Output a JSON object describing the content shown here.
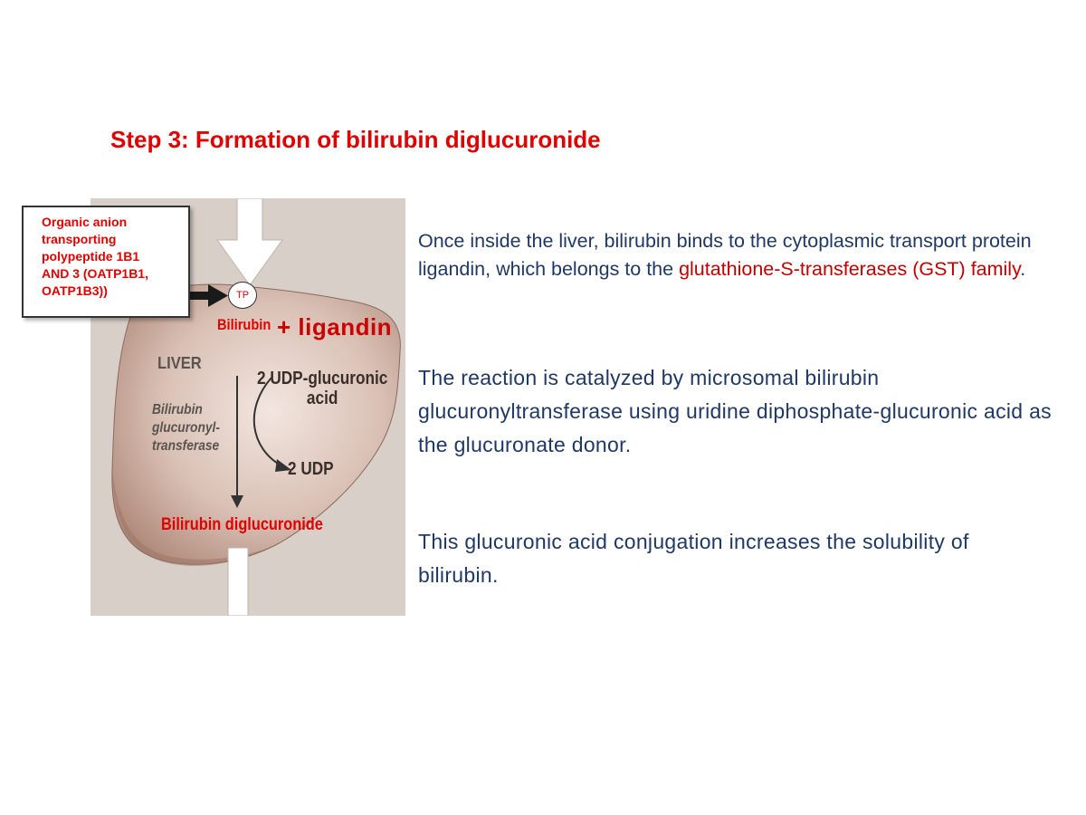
{
  "title": "Step 3: Formation of bilirubin diglucuronide",
  "figure": {
    "bilirubin_label": "Bilirubin",
    "ligandin_label": "+ ligandin",
    "liver_label": "LIVER",
    "enzyme_lines": [
      "Bilirubin",
      "glucuronyl-",
      "transferase"
    ],
    "udp_glucuronic_lines": [
      "2 UDP-glucuronic",
      "acid"
    ],
    "udp_label": "2 UDP",
    "product_label": "Bilirubin diglucuronide",
    "tp_label": "TP",
    "colors": {
      "background": "#d8cfc9",
      "liver_fill": "#b9988a",
      "highlight": "#e00000"
    }
  },
  "transporter_box": {
    "lines": [
      "Organic anion",
      "transporting",
      "polypeptide 1B1",
      "AND 3 (OATP1B1,",
      "OATP1B3))"
    ]
  },
  "paragraphs": {
    "p1_dark": "Once inside the liver, bilirubin binds to the cytoplasmic transport protein ligandin, which belongs to the ",
    "p1_red": "glutathione-S-transferases (GST) family",
    "p1_end": ".",
    "p2": "The reaction is catalyzed by microsomal bilirubin glucuronyltransferase using uridine diphosphate-glucuronic acid as the glucuronate donor.",
    "p3": "This glucuronic acid conjugation increases the solubility of bilirubin."
  }
}
